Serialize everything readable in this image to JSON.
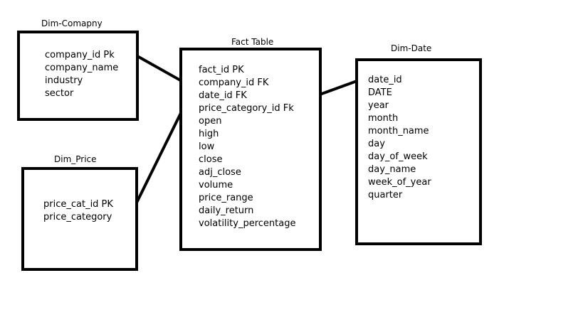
{
  "entities": {
    "dim_company": {
      "title": "Dim-Comapny",
      "fields": [
        "company_id Pk",
        "company_name",
        "industry",
        "sector"
      ]
    },
    "dim_price": {
      "title": "Dim_Price",
      "fields": [
        "price_cat_id PK",
        "price_category"
      ]
    },
    "fact_table": {
      "title": "Fact Table",
      "fields": [
        "fact_id PK",
        "company_id FK",
        "date_id FK",
        "price_category_id Fk",
        "open",
        "high",
        "low",
        "close",
        "adj_close",
        "volume",
        "price_range",
        "daily_return",
        "volatility_percentage"
      ]
    },
    "dim_date": {
      "title": "Dim-Date",
      "fields": [
        "date_id",
        "DATE",
        "year",
        "month",
        "month_name",
        "day",
        "day_of_week",
        "day_name",
        "week_of_year",
        "quarter"
      ]
    }
  }
}
